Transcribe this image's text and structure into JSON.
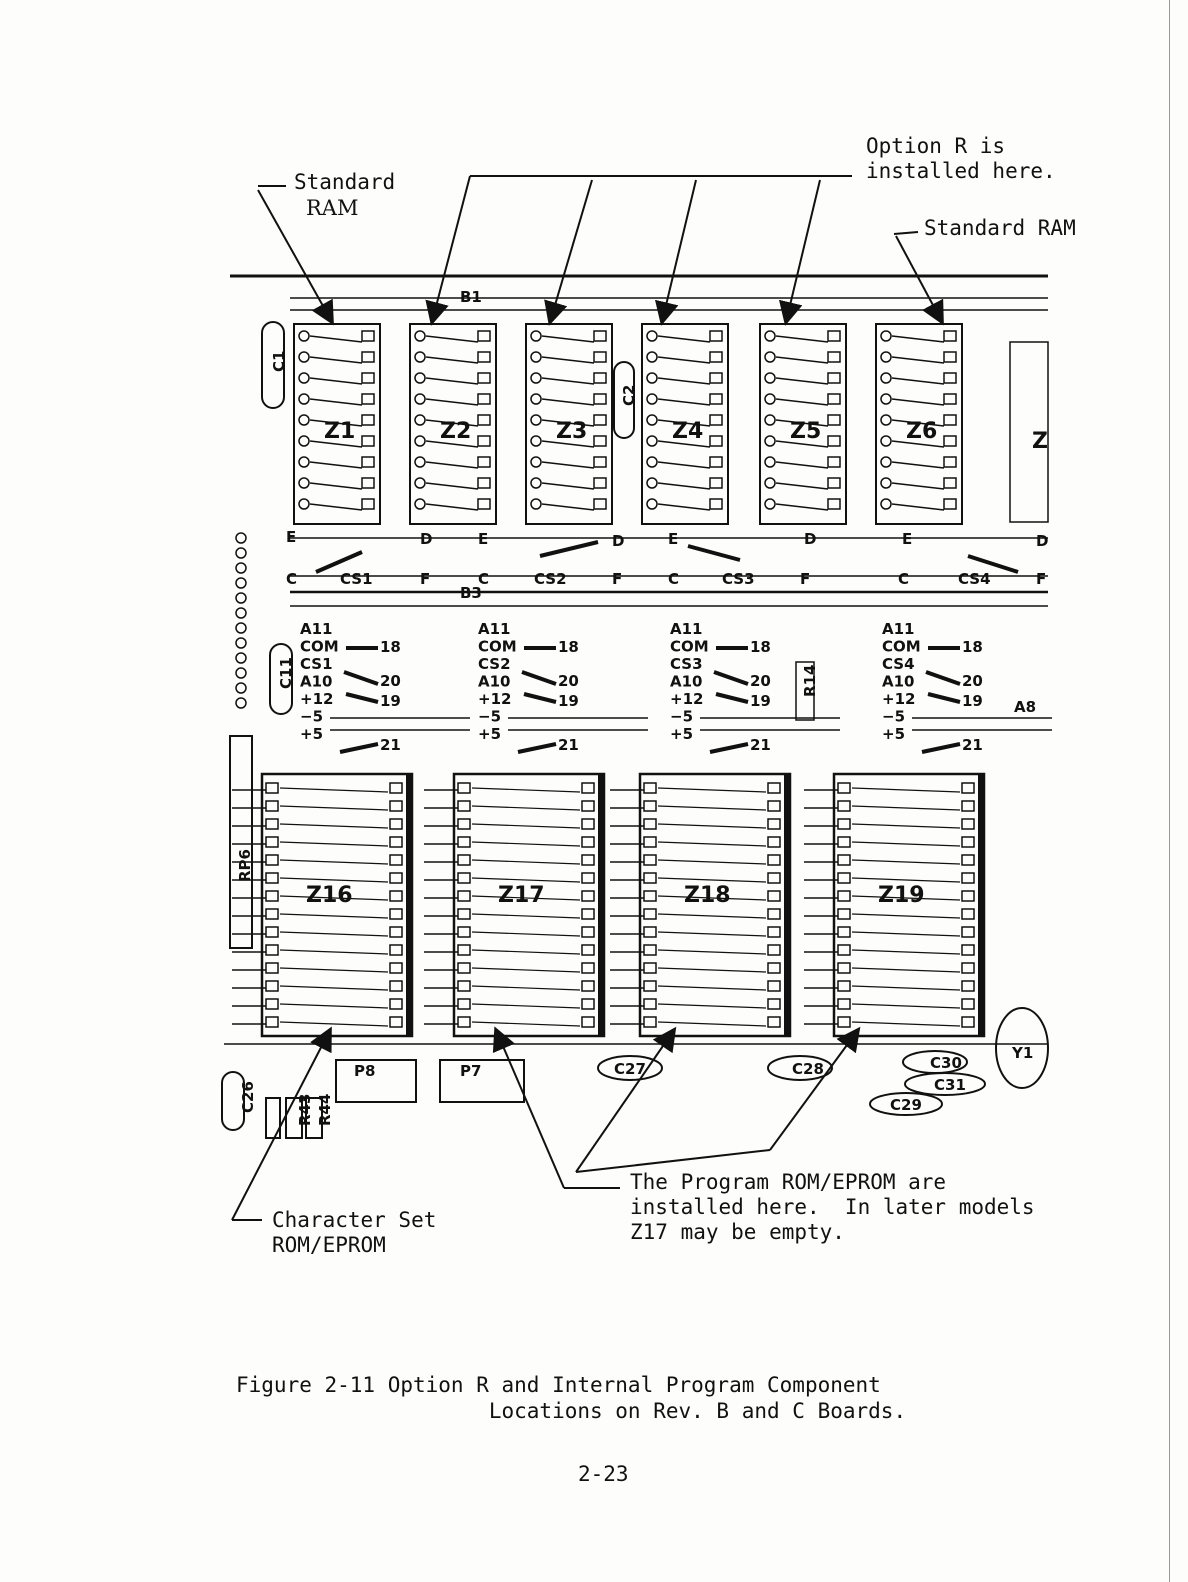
{
  "callouts": {
    "option_r": "Option R is\ninstalled here.",
    "standard_ram_left_line1": "Standard",
    "standard_ram_left_line2": "RAM",
    "standard_ram_right": "Standard RAM",
    "character_set": "Character Set\nROM/EPROM",
    "program_rom": "The Program ROM/EPROM are\ninstalled here.  In later models\nZ17 may be empty."
  },
  "ram_chips": [
    "Z1",
    "Z2",
    "Z3",
    "Z4",
    "Z5",
    "Z6"
  ],
  "rom_chips": [
    "Z16",
    "Z17",
    "Z18",
    "Z19"
  ],
  "jumper_blocks": [
    {
      "cs": "CS1",
      "pins": [
        "A11",
        "COM",
        "CS1",
        "A10",
        "+12",
        "−5",
        "+5"
      ],
      "nums": [
        "18",
        "20",
        "19",
        "21"
      ]
    },
    {
      "cs": "CS2",
      "pins": [
        "A11",
        "COM",
        "CS2",
        "A10",
        "+12",
        "−5",
        "+5"
      ],
      "nums": [
        "18",
        "20",
        "19",
        "21"
      ]
    },
    {
      "cs": "CS3",
      "pins": [
        "A11",
        "COM",
        "CS3",
        "A10",
        "+12",
        "−5",
        "+5"
      ],
      "nums": [
        "18",
        "20",
        "19",
        "21"
      ]
    },
    {
      "cs": "CS4",
      "pins": [
        "A11",
        "COM",
        "CS4",
        "A10",
        "+12",
        "−5",
        "+5"
      ],
      "nums": [
        "18",
        "20",
        "19",
        "21"
      ]
    }
  ],
  "board_labels": {
    "b1": "B1",
    "b3": "B3",
    "c1": "C1",
    "c2": "C2",
    "c11": "C11",
    "c26": "C26",
    "c27": "C27",
    "c28": "C28",
    "c29": "C29",
    "c30": "C30",
    "c31": "C31",
    "r14": "R14",
    "r43": "R43",
    "r44": "R44",
    "rp6": "RP6",
    "p8": "P8",
    "p7": "P7",
    "y1": "Y1",
    "a8": "A8",
    "z_partial": "Z",
    "jumper_e": "E",
    "jumper_d": "D",
    "jumper_c": "C",
    "jumper_f": "F"
  },
  "caption": "Figure 2-11 Option R and Internal Program Component\n                    Locations on Rev. B and C Boards.",
  "page_number": "2-23"
}
